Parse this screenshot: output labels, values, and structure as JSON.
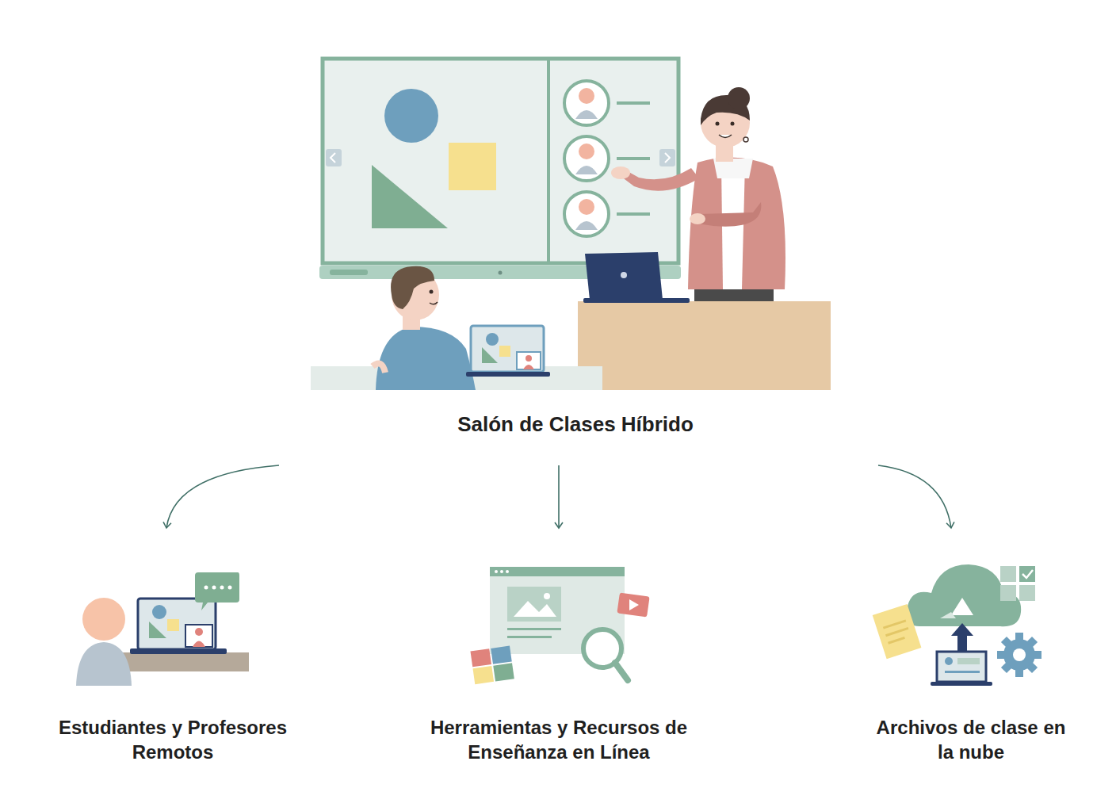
{
  "diagram": {
    "nodes": [
      {
        "text": [
          "Salón de Clases Híbrido"
        ]
      },
      {
        "text": [
          "Estudiantes y Profesores Remotos"
        ]
      },
      {
        "text": [
          "Herramientas y Recursos de Enseñanza en Línea"
        ]
      },
      {
        "text": [
          "Archivos de clase en la nube"
        ]
      }
    ],
    "edges": [
      {
        "from": 0,
        "to": 1,
        "arrow": "to"
      },
      {
        "from": 0,
        "to": 2,
        "arrow": "to"
      },
      {
        "from": 0,
        "to": 3,
        "arrow": "to"
      }
    ]
  }
}
